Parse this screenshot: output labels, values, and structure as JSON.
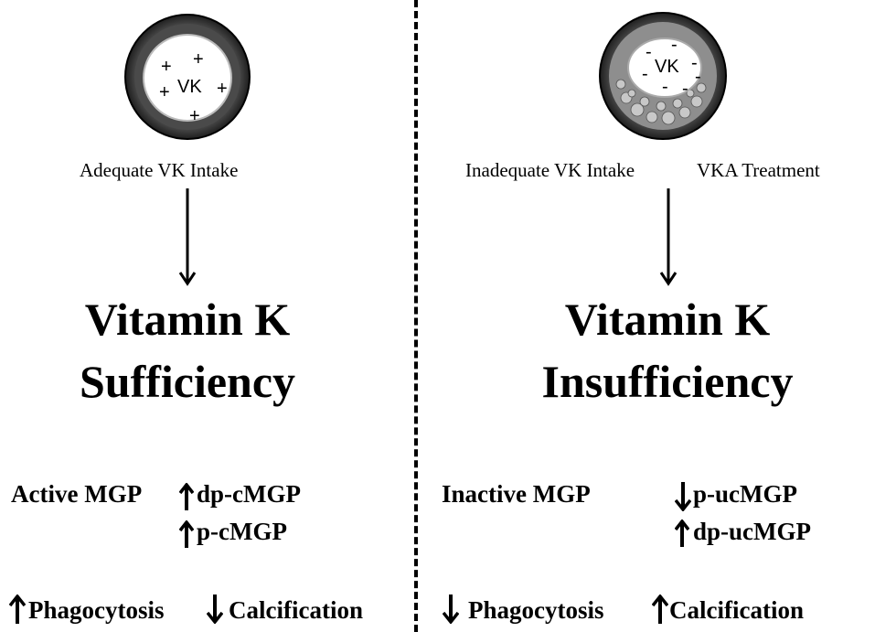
{
  "left": {
    "vessel_label": "VK",
    "vessel_symbols": [
      "+",
      "+",
      "+",
      "+",
      "+"
    ],
    "caption": "Adequate VK Intake",
    "title_line1": "Vitamin K",
    "title_line2": "Sufficiency",
    "mgp_label": "Active MGP",
    "marker1": "dp-cMGP",
    "marker2": "p-cMGP",
    "effect1": "Phagocytosis",
    "effect2": "Calcification"
  },
  "right": {
    "vessel_label": "VK",
    "vessel_symbols": [
      "-",
      "-",
      "-",
      "-",
      "-",
      "-",
      "-"
    ],
    "caption1": "Inadequate VK Intake",
    "caption2": "VKA Treatment",
    "title_line1": "Vitamin K",
    "title_line2": "Insufficiency",
    "mgp_label": "Inactive MGP",
    "marker1": "p-ucMGP",
    "marker2": "dp-ucMGP",
    "effect1": "Phagocytosis",
    "effect2": "Calcification"
  },
  "colors": {
    "ink": "#000000",
    "vessel_wall": "#2b2b2b",
    "vessel_plaque": "#9a9a9a"
  },
  "icons": {
    "up": "up-arrow-icon",
    "down": "down-arrow-icon"
  }
}
